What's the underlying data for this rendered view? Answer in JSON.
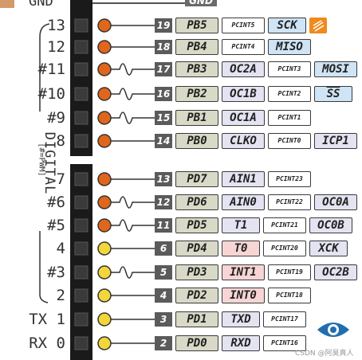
{
  "top_header": {
    "label": "GND",
    "bar_label": "GND"
  },
  "digital_label": {
    "title": "DIGITAL",
    "subtitle": "[#=PWM]"
  },
  "pins": [
    {
      "label": "13",
      "pin": "19",
      "port": "PB5",
      "functions": [
        "PCINT5",
        "SCK"
      ],
      "pwm": false,
      "dot": "orange"
    },
    {
      "label": "12",
      "pin": "18",
      "port": "PB4",
      "functions": [
        "PCINT4",
        "MISO"
      ],
      "pwm": false,
      "dot": "orange"
    },
    {
      "label": "#11",
      "pin": "17",
      "port": "PB3",
      "functions": [
        "OC2A",
        "PCINT3",
        "MOSI"
      ],
      "pwm": true,
      "dot": "orange"
    },
    {
      "label": "#10",
      "pin": "16",
      "port": "PB2",
      "functions": [
        "OC1B",
        "PCINT2",
        "SS"
      ],
      "pwm": true,
      "dot": "orange"
    },
    {
      "label": "#9",
      "pin": "15",
      "port": "PB1",
      "functions": [
        "OC1A",
        "PCINT1"
      ],
      "pwm": true,
      "dot": "orange"
    },
    {
      "label": "8",
      "pin": "14",
      "port": "PB0",
      "functions": [
        "CLKO",
        "PCINT0",
        "ICP1"
      ],
      "pwm": false,
      "dot": "orange"
    },
    {
      "label": "7",
      "pin": "13",
      "port": "PD7",
      "functions": [
        "AIN1",
        "PCINT23"
      ],
      "pwm": false,
      "dot": "orange"
    },
    {
      "label": "#6",
      "pin": "12",
      "port": "PD6",
      "functions": [
        "AIN0",
        "PCINT22",
        "OC0A"
      ],
      "pwm": true,
      "dot": "orange"
    },
    {
      "label": "#5",
      "pin": "11",
      "port": "PD5",
      "functions": [
        "T1",
        "PCINT21",
        "OC0B"
      ],
      "pwm": true,
      "dot": "orange"
    },
    {
      "label": "4",
      "pin": "6",
      "port": "PD4",
      "functions": [
        "T0",
        "PCINT20",
        "XCK"
      ],
      "pwm": false,
      "dot": "yellow"
    },
    {
      "label": "#3",
      "pin": "5",
      "port": "PD3",
      "functions": [
        "INT1",
        "PCINT19",
        "OC2B"
      ],
      "pwm": true,
      "dot": "yellow"
    },
    {
      "label": "2",
      "pin": "4",
      "port": "PD2",
      "functions": [
        "INT0",
        "PCINT18"
      ],
      "pwm": false,
      "dot": "yellow"
    },
    {
      "label": "TX 1",
      "pin": "3",
      "port": "PD1",
      "functions": [
        "TXD",
        "PCINT17"
      ],
      "pwm": false,
      "dot": "yellow"
    },
    {
      "label": "RX 0",
      "pin": "2",
      "port": "PD0",
      "functions": [
        "RXD",
        "PCINT16"
      ],
      "pwm": false,
      "dot": "yellow"
    }
  ],
  "watermark": "CSDN @阿昊真人",
  "colors": {
    "orange": "#e0661c",
    "yellow": "#f3d63a",
    "header": "#1a1a1a",
    "port_fill": "#d9d9c7"
  }
}
